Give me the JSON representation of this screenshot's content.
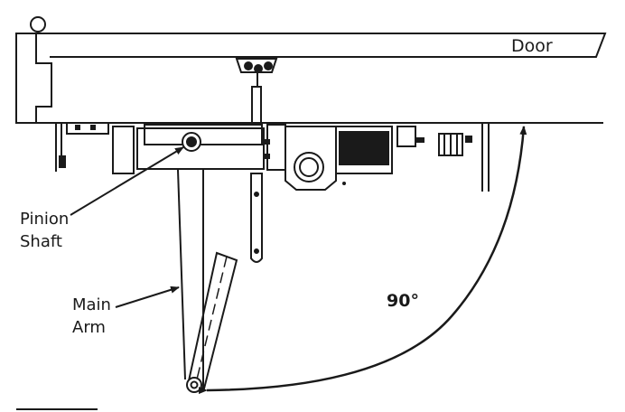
{
  "labels": {
    "door": "Door",
    "pinion_line1": "Pinion",
    "pinion_line2": "Shaft",
    "arm_line1": "Main",
    "arm_line2": "Arm",
    "angle": "90°"
  },
  "colors": {
    "line": "#1a1a1a",
    "fill": "#ffffff",
    "dark": "#1a1a1a"
  }
}
